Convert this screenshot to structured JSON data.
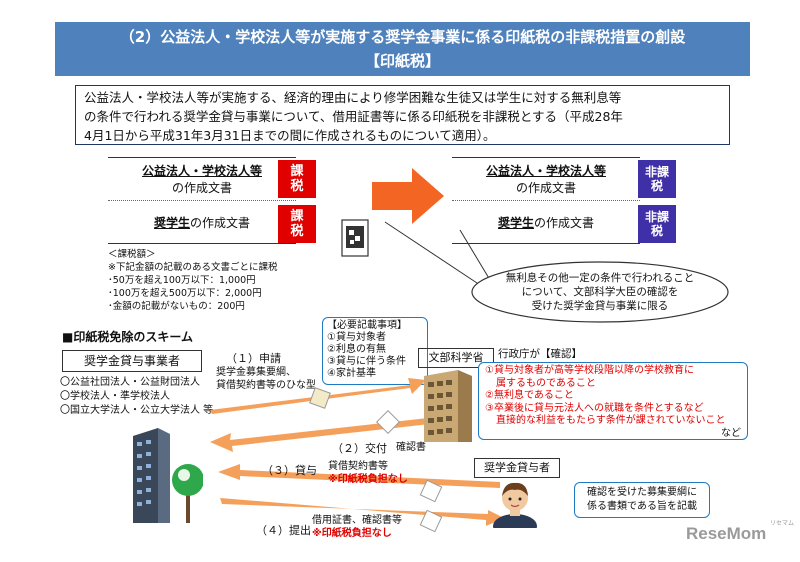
{
  "banner": {
    "line1": "（2）公益法人・学校法人等が実施する奨学金事業に係る印紙税の非課税措置の創設",
    "line2": "【印紙税】"
  },
  "summary": {
    "l1": "公益法人・学校法人等が実施する、経済的理由により修学困難な生徒又は学生に対する無利息等",
    "l2": "の条件で行われる奨学金貸与事業について、借用証書等に係る印紙税を非課税とする（平成28年",
    "l3": "4月1日から平成31年3月31日までの間に作成されるものについて適用）。"
  },
  "before": {
    "doc1_title": "公益法人・学校法人等",
    "doc1_sub": "の作成文書",
    "doc2_title": "奨学生",
    "doc2_sub": "の作成文書",
    "tax": [
      "課",
      "税"
    ]
  },
  "after": {
    "doc1_title": "公益法人・学校法人等",
    "doc1_sub": "の作成文書",
    "doc2_title": "奨学生",
    "doc2_sub": "の作成文書",
    "nontax": [
      "非課",
      "税"
    ]
  },
  "tax_amount": {
    "title": "＜課税額＞",
    "l1": "※下記金額の記載のある文書ごとに課税",
    "l2": "･50万を超え100万以下：1,000円",
    "l3": "･100万を超え500万以下：2,000円",
    "l4": "･金額の記載がないもの：200円"
  },
  "condition": {
    "l1": "無利息その他一定の条件で行われること",
    "l2": "について、文部科学大臣の確認を",
    "l3": "受けた奨学金貸与事業に限る"
  },
  "scheme": {
    "title": "■印紙税免除のスキーム",
    "lender": "奨学金貸与事業者",
    "lender_items": [
      "〇公益社団法人・公益財団法人",
      "〇学校法人・準学校法人",
      "〇国立大学法人・公立大学法人 等"
    ],
    "required": {
      "title": "【必要記載事項】",
      "items": [
        "①貸与対象者",
        "②利息の有無",
        "③貸与に伴う条件",
        "④家計基準"
      ]
    },
    "step1": "（１）申請",
    "step1_desc1": "奨学金募集要綱、",
    "step1_desc2": "貸借契約書等のひな型",
    "mext": "文部科学省",
    "confirm_title": "行政庁が【確認】",
    "confirm": {
      "c1a": "①貸与対象者が高等学校段階以降の学校教育に",
      "c1b": "属するものであること",
      "c2": "②無利息であること",
      "c3a": "③卒業後に貸与元法人への就職を条件とするなど",
      "c3b": "直接的な利益をもたらす条件が課されていないこと",
      "c4": "など"
    },
    "step2": "（２）交付",
    "step2_desc": "確認書",
    "step3": "（３）貸与",
    "step3_desc": "貸借契約書等",
    "step3_note": "※印紙税負担なし",
    "recipient": "奨学金貸与者",
    "recipient_note1": "確認を受けた募集要綱に",
    "recipient_note2": "係る書類である旨を記載",
    "step4": "（４）提出",
    "step4_desc": "借用証書、確認書等",
    "step4_note": "※印紙税負担なし"
  },
  "brand": {
    "name": "ReseMom",
    "kana": "リセマム"
  }
}
